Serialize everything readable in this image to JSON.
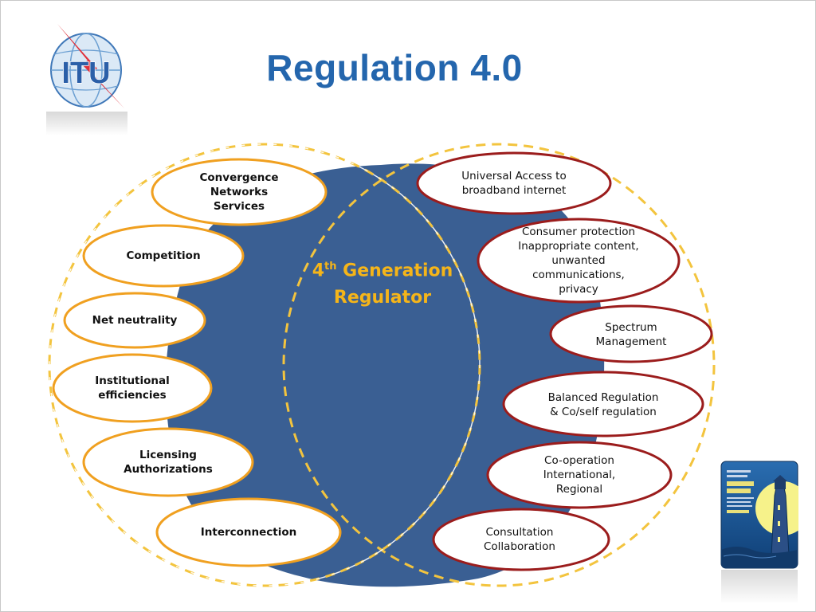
{
  "slide": {
    "title": "Regulation 4.0",
    "logo_text": "ITU"
  },
  "center": {
    "line1_number": "4",
    "line1_sup": "th",
    "line1_rest": " Generation",
    "line2": "Regulator"
  },
  "left_items": [
    {
      "id": "convergence",
      "label": "Convergence\nNetworks\nServices"
    },
    {
      "id": "competition",
      "label": "Competition"
    },
    {
      "id": "net-neutrality",
      "label": "Net neutrality"
    },
    {
      "id": "institutional",
      "label": "Institutional\nefficiencies"
    },
    {
      "id": "licensing",
      "label": "Licensing\nAuthorizations"
    },
    {
      "id": "interconnection",
      "label": "Interconnection"
    }
  ],
  "right_items": [
    {
      "id": "universal-access",
      "label": "Universal Access to\nbroadband internet"
    },
    {
      "id": "consumer-protection",
      "label": "Consumer protection\nInappropriate content,\nunwanted\ncommunications,\nprivacy"
    },
    {
      "id": "spectrum",
      "label": "Spectrum\nManagement"
    },
    {
      "id": "balanced-regulation",
      "label": "Balanced Regulation\n& Co/self regulation"
    },
    {
      "id": "co-operation",
      "label": "Co-operation\nInternational,\nRegional"
    },
    {
      "id": "consultation",
      "label": "Consultation\nCollaboration"
    }
  ],
  "colors": {
    "title": "#2466ad",
    "blob": "#3a5f93",
    "dashed": "#f3c43e",
    "left_border": "#f0a020",
    "right_border": "#9b1c1c",
    "center_text": "#f5b519"
  }
}
